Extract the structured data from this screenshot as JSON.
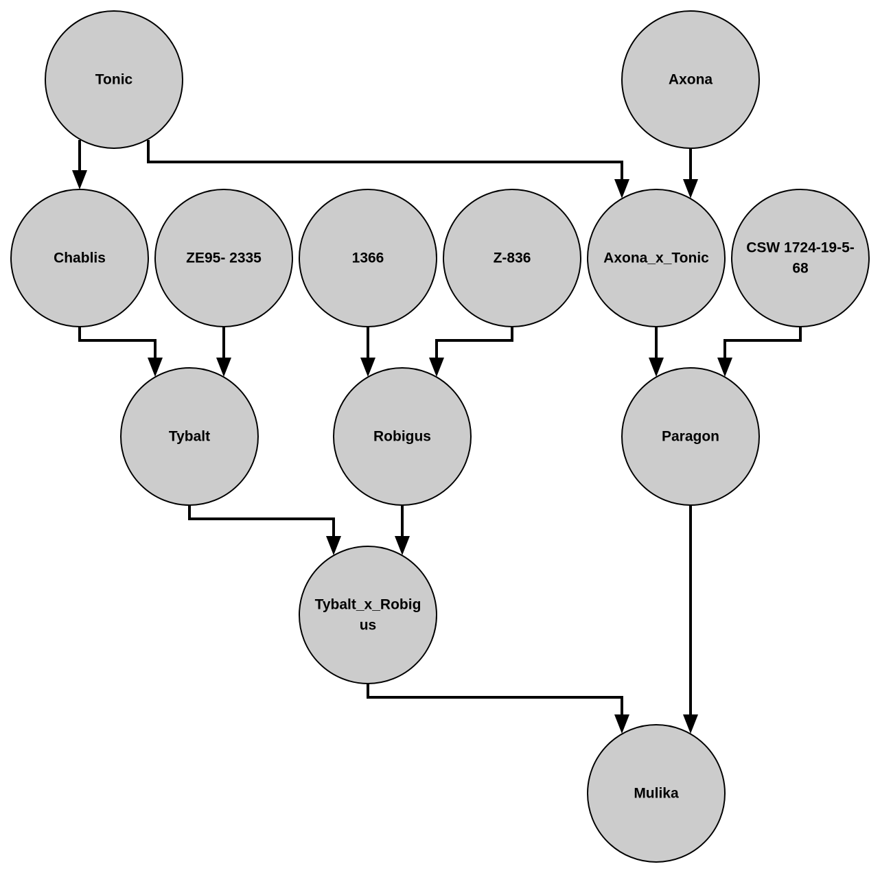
{
  "nodes": [
    {
      "id": "tonic",
      "lines": [
        "Tonic"
      ]
    },
    {
      "id": "axona",
      "lines": [
        "Axona"
      ]
    },
    {
      "id": "chablis",
      "lines": [
        "Chablis"
      ]
    },
    {
      "id": "ze95",
      "lines": [
        "ZE95- 2335"
      ]
    },
    {
      "id": "n1366",
      "lines": [
        "1366"
      ]
    },
    {
      "id": "z836",
      "lines": [
        "Z-836"
      ]
    },
    {
      "id": "axona_x_tonic",
      "lines": [
        "Axona_x_Tonic"
      ]
    },
    {
      "id": "csw",
      "lines": [
        "CSW 1724-19-5-",
        "68"
      ]
    },
    {
      "id": "tybalt",
      "lines": [
        "Tybalt"
      ]
    },
    {
      "id": "robigus",
      "lines": [
        "Robigus"
      ]
    },
    {
      "id": "paragon",
      "lines": [
        "Paragon"
      ]
    },
    {
      "id": "tybalt_x_robigus",
      "lines": [
        "Tybalt_x_Robig",
        "us"
      ]
    },
    {
      "id": "mulika",
      "lines": [
        "Mulika"
      ]
    }
  ],
  "edges": [
    {
      "from": "tonic",
      "to": "chablis"
    },
    {
      "from": "tonic",
      "to": "axona_x_tonic"
    },
    {
      "from": "axona",
      "to": "axona_x_tonic"
    },
    {
      "from": "chablis",
      "to": "tybalt"
    },
    {
      "from": "ze95",
      "to": "tybalt"
    },
    {
      "from": "n1366",
      "to": "robigus"
    },
    {
      "from": "z836",
      "to": "robigus"
    },
    {
      "from": "axona_x_tonic",
      "to": "paragon"
    },
    {
      "from": "csw",
      "to": "paragon"
    },
    {
      "from": "tybalt",
      "to": "tybalt_x_robigus"
    },
    {
      "from": "robigus",
      "to": "tybalt_x_robigus"
    },
    {
      "from": "tybalt_x_robigus",
      "to": "mulika"
    },
    {
      "from": "paragon",
      "to": "mulika"
    }
  ],
  "colors": {
    "node_fill": "#cccccc",
    "node_stroke": "#000000",
    "edge": "#000000",
    "background": "#ffffff"
  }
}
